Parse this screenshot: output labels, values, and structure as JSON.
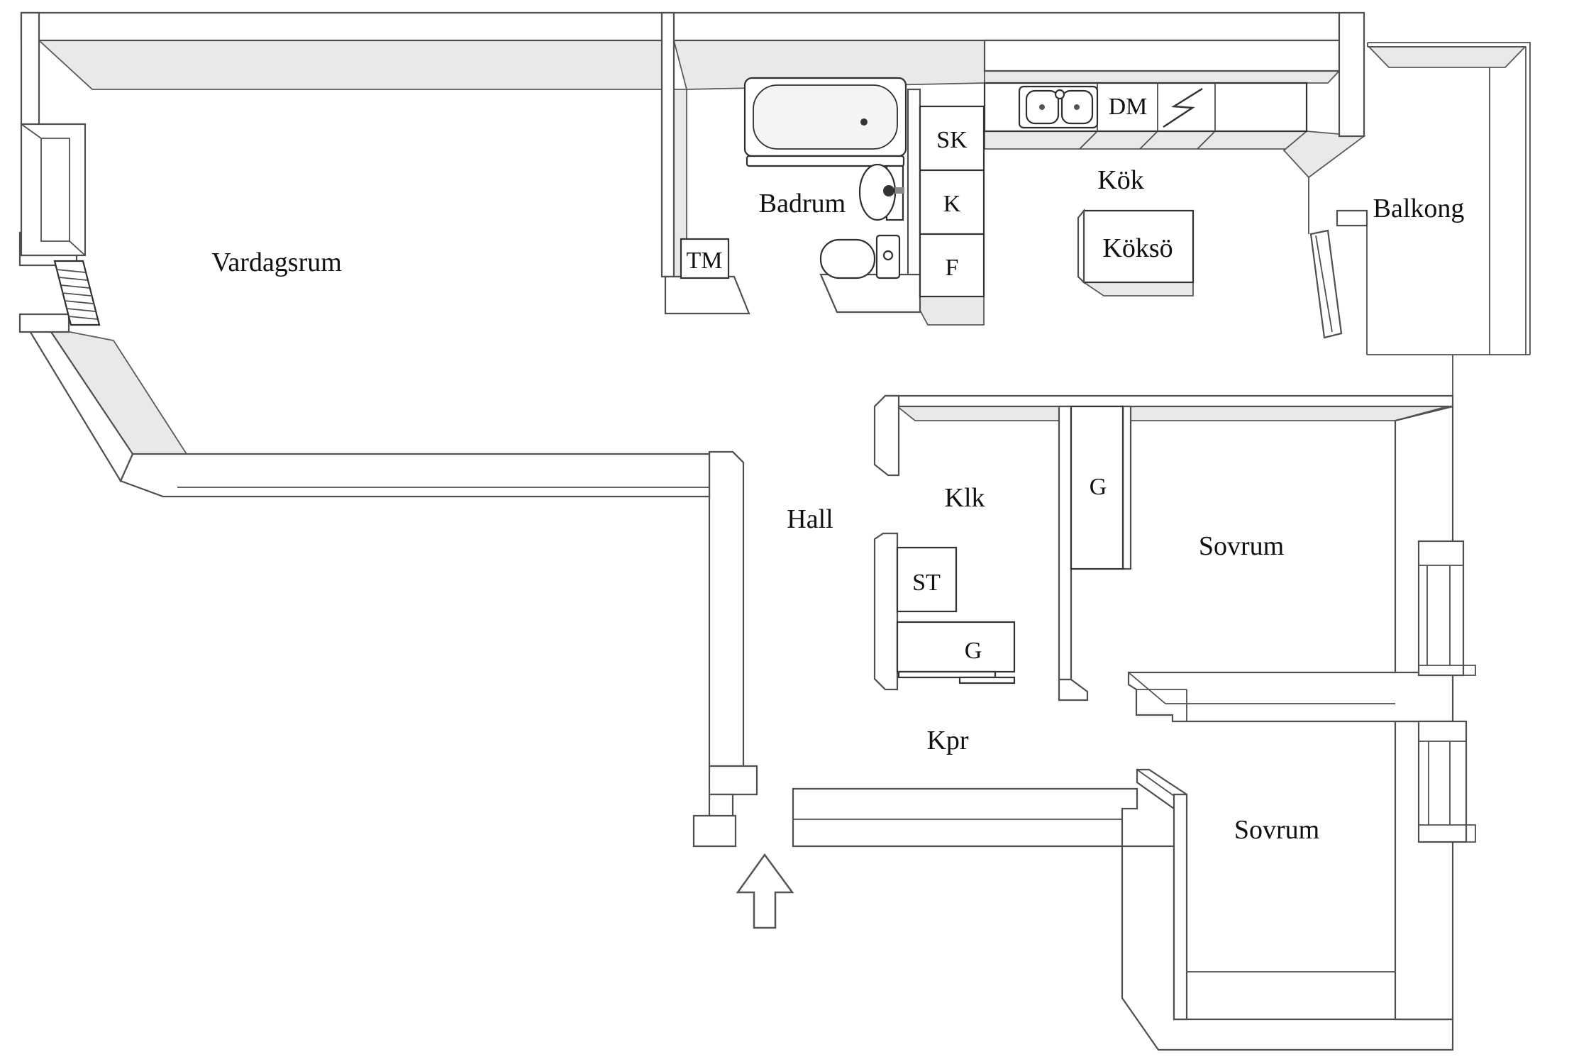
{
  "colors": {
    "background": "#ffffff",
    "wall_line": "#4f4f4f",
    "wall_fill": "#ffffff",
    "inner_face_fill": "#e9e9e9",
    "fixture_line": "#2f2f2f",
    "text": "#101010"
  },
  "labels": {
    "rooms": {
      "living_room": "Vardagsrum",
      "bathroom": "Badrum",
      "kitchen": "Kök",
      "kitchen_island": "Köksö",
      "balcony": "Balkong",
      "hall": "Hall",
      "walk_in_closet": "Klk",
      "bedroom_1": "Sovrum",
      "bedroom_2": "Sovrum",
      "corridor": "Kpr"
    },
    "units": {
      "tm": "TM",
      "sk": "SK",
      "k": "K",
      "f": "F",
      "dm": "DM",
      "g_upper": "G",
      "st": "ST",
      "g_lower": "G"
    }
  },
  "icons": {
    "entry_arrow": "up-arrow-entry-marker"
  }
}
